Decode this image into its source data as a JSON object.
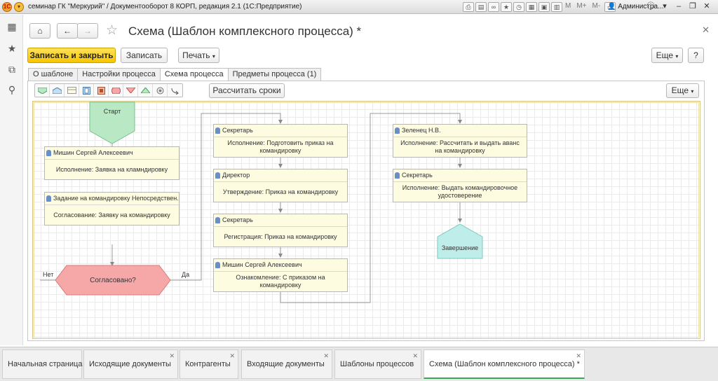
{
  "window": {
    "title": "семинар ГК \"Меркурий\" / Документооборот 8 КОРП, редакция 2.1  (1С:Предприятие)",
    "user": "Администра...",
    "toolbar_text": [
      "M",
      "M+",
      "M-"
    ]
  },
  "form": {
    "title": "Схема (Шаблон комплексного процесса) *",
    "buttons": {
      "save_close": "Записать и закрыть",
      "save": "Записать",
      "print": "Печать",
      "more": "Еще",
      "help": "?"
    },
    "tabs": [
      "О шаблоне",
      "Настройки процесса",
      "Схема процесса",
      "Предметы процесса (1)"
    ],
    "active_tab": "Схема процесса"
  },
  "diagram_toolbar": {
    "calc_button": "Рассчитать сроки",
    "more": "Еще"
  },
  "diagram": {
    "start": "Старт",
    "end": "Завершение",
    "decision": "Согласовано?",
    "edge_no": "Нет",
    "edge_yes": "Да",
    "tasks": [
      {
        "role": "Мишин Сергей Алексеевич",
        "action": "Исполнение: Заявка на кламндировку"
      },
      {
        "role": "Задание на командировку Непосредствен...",
        "action": "Согласование: Заявку на командировку"
      },
      {
        "role": "Секретарь",
        "action": "Исполнение: Подготовить приказ на командировку"
      },
      {
        "role": "Директор",
        "action": "Утверждение: Приказ на командировку"
      },
      {
        "role": "Секретарь",
        "action": "Регистрация: Приказ на командировку"
      },
      {
        "role": "Мишин Сергей Алексеевич",
        "action": "Ознакомление: С приказом на командировку"
      },
      {
        "role": "Зеленец Н.В.",
        "action": "Исполнение: Рассчитать и выдать аванс на командировку"
      },
      {
        "role": "Секретарь",
        "action": "Исполнение: Выдать командировочное удостоверение"
      }
    ]
  },
  "bottom_tabs": [
    "Начальная страница",
    "Исходящие документы",
    "Контрагенты",
    "Входящие документы",
    "Шаблоны процессов",
    "Схема (Шаблон комплексного процесса) *"
  ],
  "colors": {
    "accent_yellow": "#f6c500",
    "start_fill": "#b8e8c4",
    "end_fill": "#bfeeea",
    "decision_fill": "#f6a8a8",
    "task_fill": "#fdfbe0",
    "active_tab_line": "#3aa55a"
  }
}
